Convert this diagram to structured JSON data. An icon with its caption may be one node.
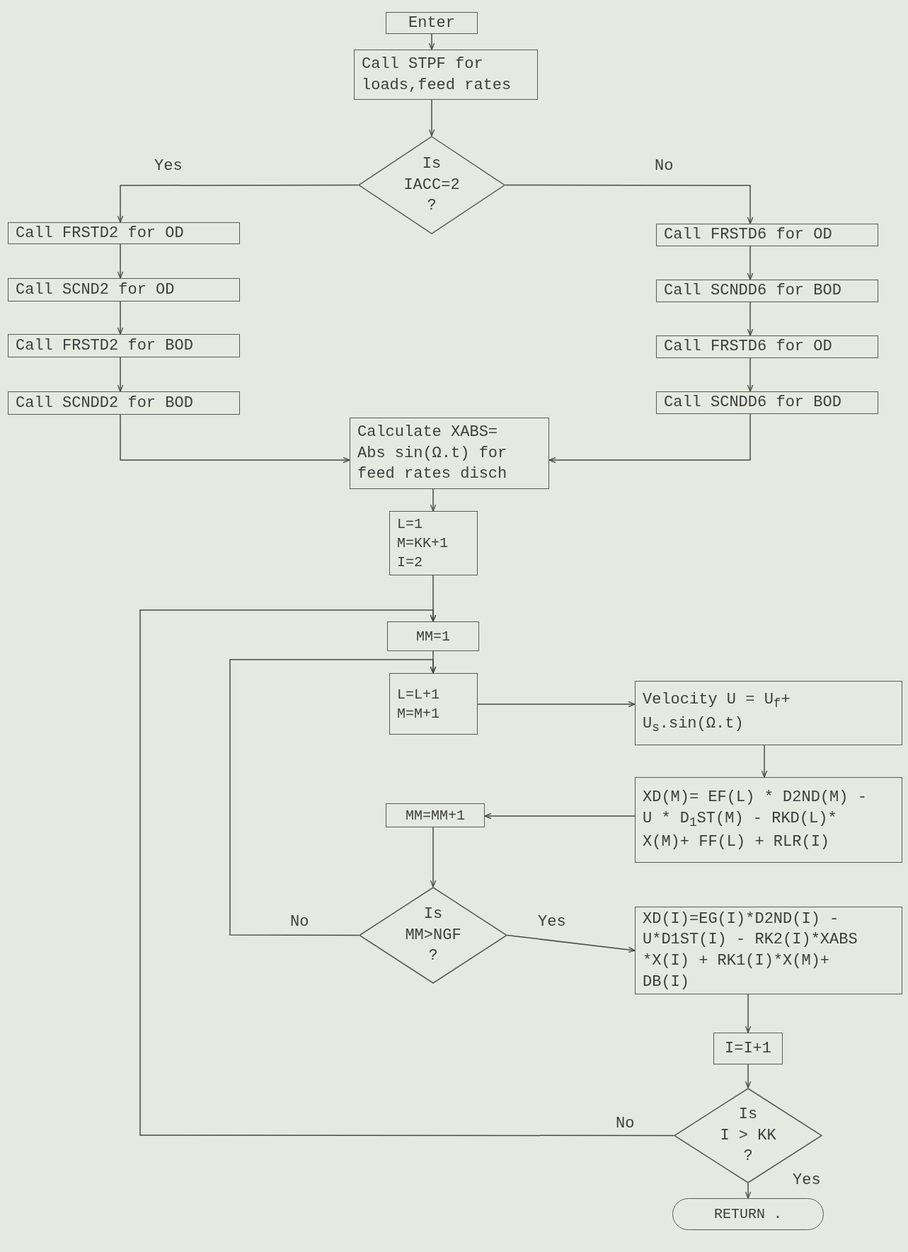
{
  "diagram": {
    "nodes": [
      {
        "text": [
          "Enter"
        ]
      },
      {
        "text": [
          "Call STPF for loads,feed rates"
        ]
      },
      {
        "text": [
          "Is",
          "IACC=2",
          "?"
        ]
      },
      {
        "text": [
          "Call FRSTD2 for OD"
        ]
      },
      {
        "text": [
          "Call SCND2 for OD"
        ]
      },
      {
        "text": [
          "Call FRSTD2 for BOD"
        ]
      },
      {
        "text": [
          "Call SCNDD2 for BOD"
        ]
      },
      {
        "text": [
          "Call FRSTD6 for OD"
        ]
      },
      {
        "text": [
          "Call SCNDD6 for BOD"
        ]
      },
      {
        "text": [
          "Call FRSTD6 for OD"
        ]
      },
      {
        "text": [
          "Call SCNDD6 for BOD"
        ]
      },
      {
        "text": [
          "Calculate XABS= Abs sin(Ω.t) for feed rates disch"
        ]
      },
      {
        "text": [
          "L=1 M=KK+1 I=2"
        ]
      },
      {
        "text": [
          "MM=1"
        ]
      },
      {
        "text": [
          "L=L+1 M=M+1"
        ]
      },
      {
        "text": [
          "Velocity U = U$_{f}$+ U$_{s}$.sin(Ω.t)"
        ]
      },
      {
        "text": [
          "XD(M)= EF(L) * D2ND(M) -U * D$_{1}$ST(M) - RKD(L)* X(M)+ FF(L) + RLR(I)"
        ]
      },
      {
        "text": [
          "MM=MM+1"
        ]
      },
      {
        "text": [
          "Is",
          "MM>NGF",
          "?"
        ]
      },
      {
        "text": [
          "XD(I)=EG(I)*D2ND(I) - U*D1ST(I) - RK2(I)*XABS *X(I) + RK1(I)*X(M)+ DB(I)"
        ]
      },
      {
        "text": [
          "I=I+1"
        ]
      },
      {
        "text": [
          "Is",
          "I > KK",
          "?"
        ]
      },
      {
        "text": [
          "RETURN ."
        ]
      }
    ],
    "edges": [
      {
        "from": 0,
        "to": 1,
        "arrow": "to"
      },
      {
        "from": 1,
        "to": 2,
        "arrow": "to"
      },
      {
        "from": 2,
        "to": 3,
        "arrow": "to",
        "label": "Yes"
      },
      {
        "from": 3,
        "to": 4,
        "arrow": "to"
      },
      {
        "from": 4,
        "to": 5,
        "arrow": "to"
      },
      {
        "from": 5,
        "to": 6,
        "arrow": "to"
      },
      {
        "from": 2,
        "to": 7,
        "arrow": "to",
        "label": "No"
      },
      {
        "from": 7,
        "to": 8,
        "arrow": "to"
      },
      {
        "from": 8,
        "to": 9,
        "arrow": "to"
      },
      {
        "from": 9,
        "to": 10,
        "arrow": "to"
      },
      {
        "from": 6,
        "to": 11,
        "arrow": "to"
      },
      {
        "from": 10,
        "to": 11,
        "arrow": "to"
      },
      {
        "from": 11,
        "to": 12,
        "arrow": "to"
      },
      {
        "from": 12,
        "to": 13,
        "arrow": "to"
      },
      {
        "from": 13,
        "to": 14,
        "arrow": "to"
      },
      {
        "from": 14,
        "to": 15,
        "arrow": "to"
      },
      {
        "from": 15,
        "to": 16,
        "arrow": "to"
      },
      {
        "from": 16,
        "to": 17,
        "arrow": "to"
      },
      {
        "from": 17,
        "to": 18,
        "arrow": "to"
      },
      {
        "from": 18,
        "to": 19,
        "arrow": "to",
        "label": "Yes"
      },
      {
        "from": 18,
        "to": 14,
        "arrow": "to",
        "label": "No"
      },
      {
        "from": 19,
        "to": 20,
        "arrow": "to"
      },
      {
        "from": 20,
        "to": 21,
        "arrow": "to"
      },
      {
        "from": 21,
        "to": 22,
        "arrow": "to",
        "label": "Yes"
      },
      {
        "from": 21,
        "to": 13,
        "arrow": "to",
        "label": "No"
      }
    ]
  }
}
